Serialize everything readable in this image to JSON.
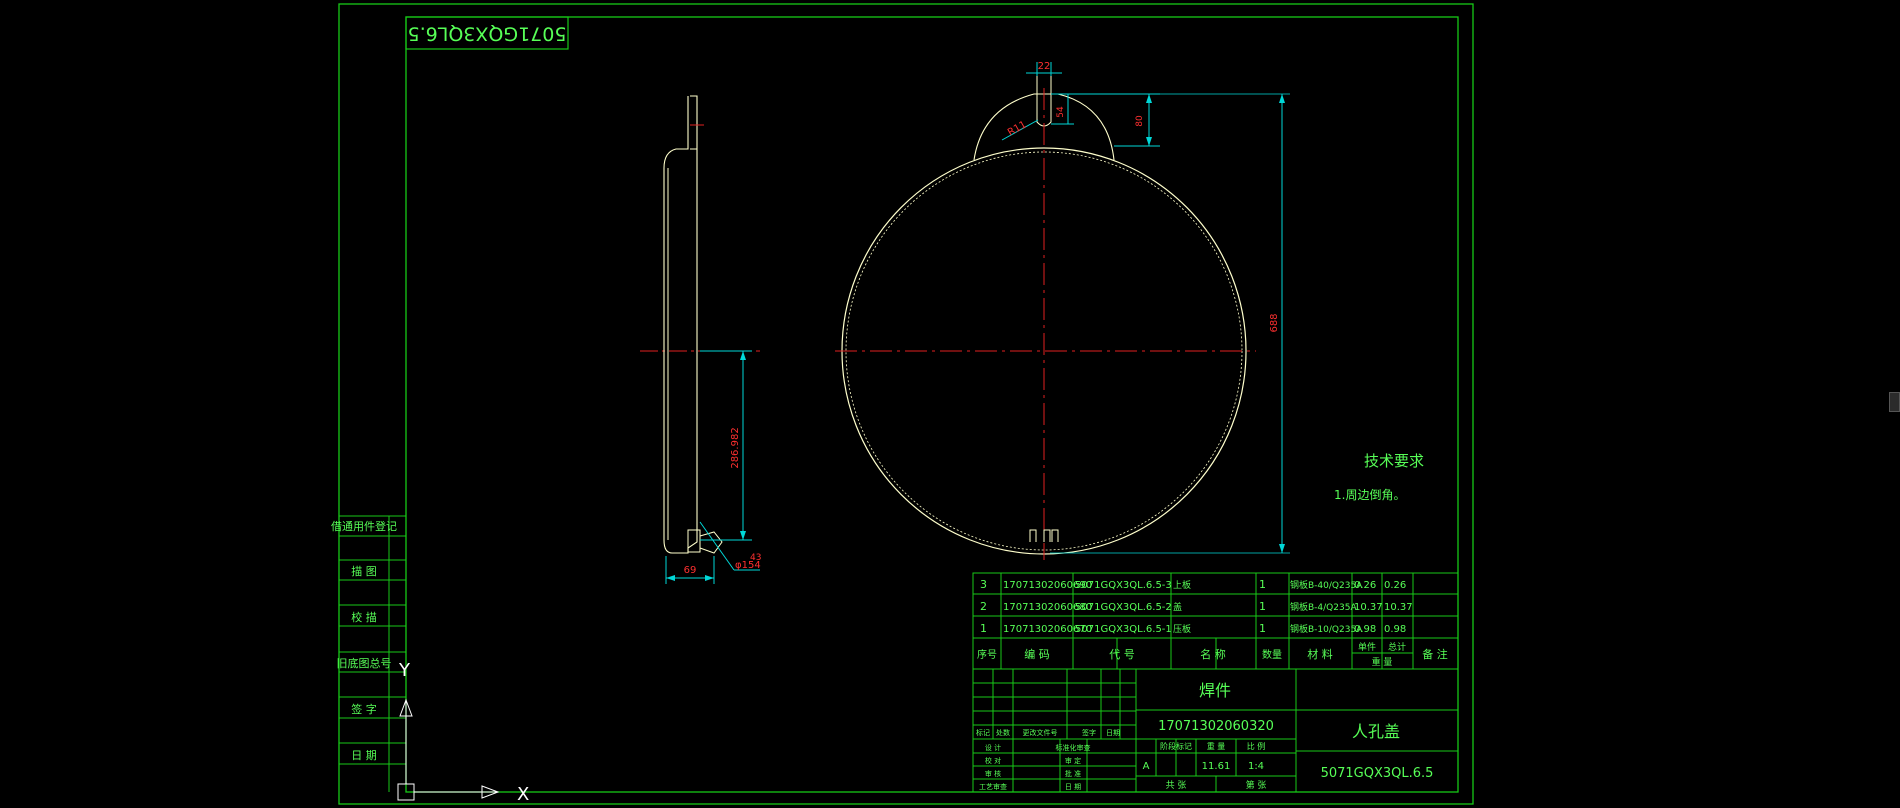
{
  "colors": {
    "background": "#000000",
    "frame": "#17c917",
    "geometry": "#ffffcc",
    "dimension": "#00d8d8",
    "dim_text": "#ff3030",
    "center": "#e02020",
    "table": "#17c917",
    "label": "#57ff57"
  },
  "drawing": {
    "code_rotated": "5071GQX3QL6.5",
    "side_view": {
      "dim_width": "69",
      "dim_height": "286.982",
      "dim_hole": "φ154",
      "dim_small": "43"
    },
    "front_view": {
      "dim_slot_width": "22",
      "dim_slot_depth": "54",
      "dim_tab_height": "80",
      "dim_overall": "688",
      "dim_radius": "R11"
    },
    "notes": {
      "title": "技术要求",
      "item1": "1.周边倒角。"
    }
  },
  "left_strip": [
    "借通用件登记",
    "描 图",
    "校 描",
    "旧底图总号",
    "签 字",
    "日 期"
  ],
  "bom": {
    "rows": [
      {
        "seq": "3",
        "part_no": "17071302060690",
        "code": "5071GQX3QL.6.5-3",
        "name": "上板",
        "qty": "1",
        "material": "钢板B-40/Q235A",
        "unit": "0.26",
        "total": "0.26",
        "note": ""
      },
      {
        "seq": "2",
        "part_no": "17071302060680",
        "code": "5071GQX3QL.6.5-2",
        "name": "盖",
        "qty": "1",
        "material": "钢板B-4/Q235A",
        "unit": "10.37",
        "total": "10.37",
        "note": ""
      },
      {
        "seq": "1",
        "part_no": "17071302060670",
        "code": "5071GQX3QL.6.5-1",
        "name": "压板",
        "qty": "1",
        "material": "钢板B-10/Q235A",
        "unit": "0.98",
        "total": "0.98",
        "note": ""
      }
    ],
    "header": {
      "seq": "序号",
      "part_no": "编 码",
      "code": "代 号",
      "name": "名 称",
      "qty": "数量",
      "material": "材 料",
      "unit": "单件",
      "total": "总计",
      "weight": "重 量",
      "note": "备 注"
    }
  },
  "title_block": {
    "type": "焊件",
    "part_number": "17071302060320",
    "name": "人孔盖",
    "drawing_code": "5071GQX3QL.6.5",
    "weight": "11.61",
    "scale": "1:4",
    "stage": "A",
    "labels": {
      "stage": "阶段标记",
      "weight": "重 量",
      "scale": "比 例",
      "sheet_total": "共 张",
      "sheet_no": "第 张"
    },
    "sign_labels": [
      "标记",
      "处数",
      "更改文件号",
      "签字",
      "日期"
    ],
    "role_labels": [
      "设 计",
      "校 对",
      "审 核",
      "工艺审查"
    ],
    "role_labels_right": [
      "标准化审查",
      "审 定",
      "批 准",
      "日 期"
    ]
  },
  "ucs": {
    "y_label": "Y",
    "x_label": "X"
  }
}
